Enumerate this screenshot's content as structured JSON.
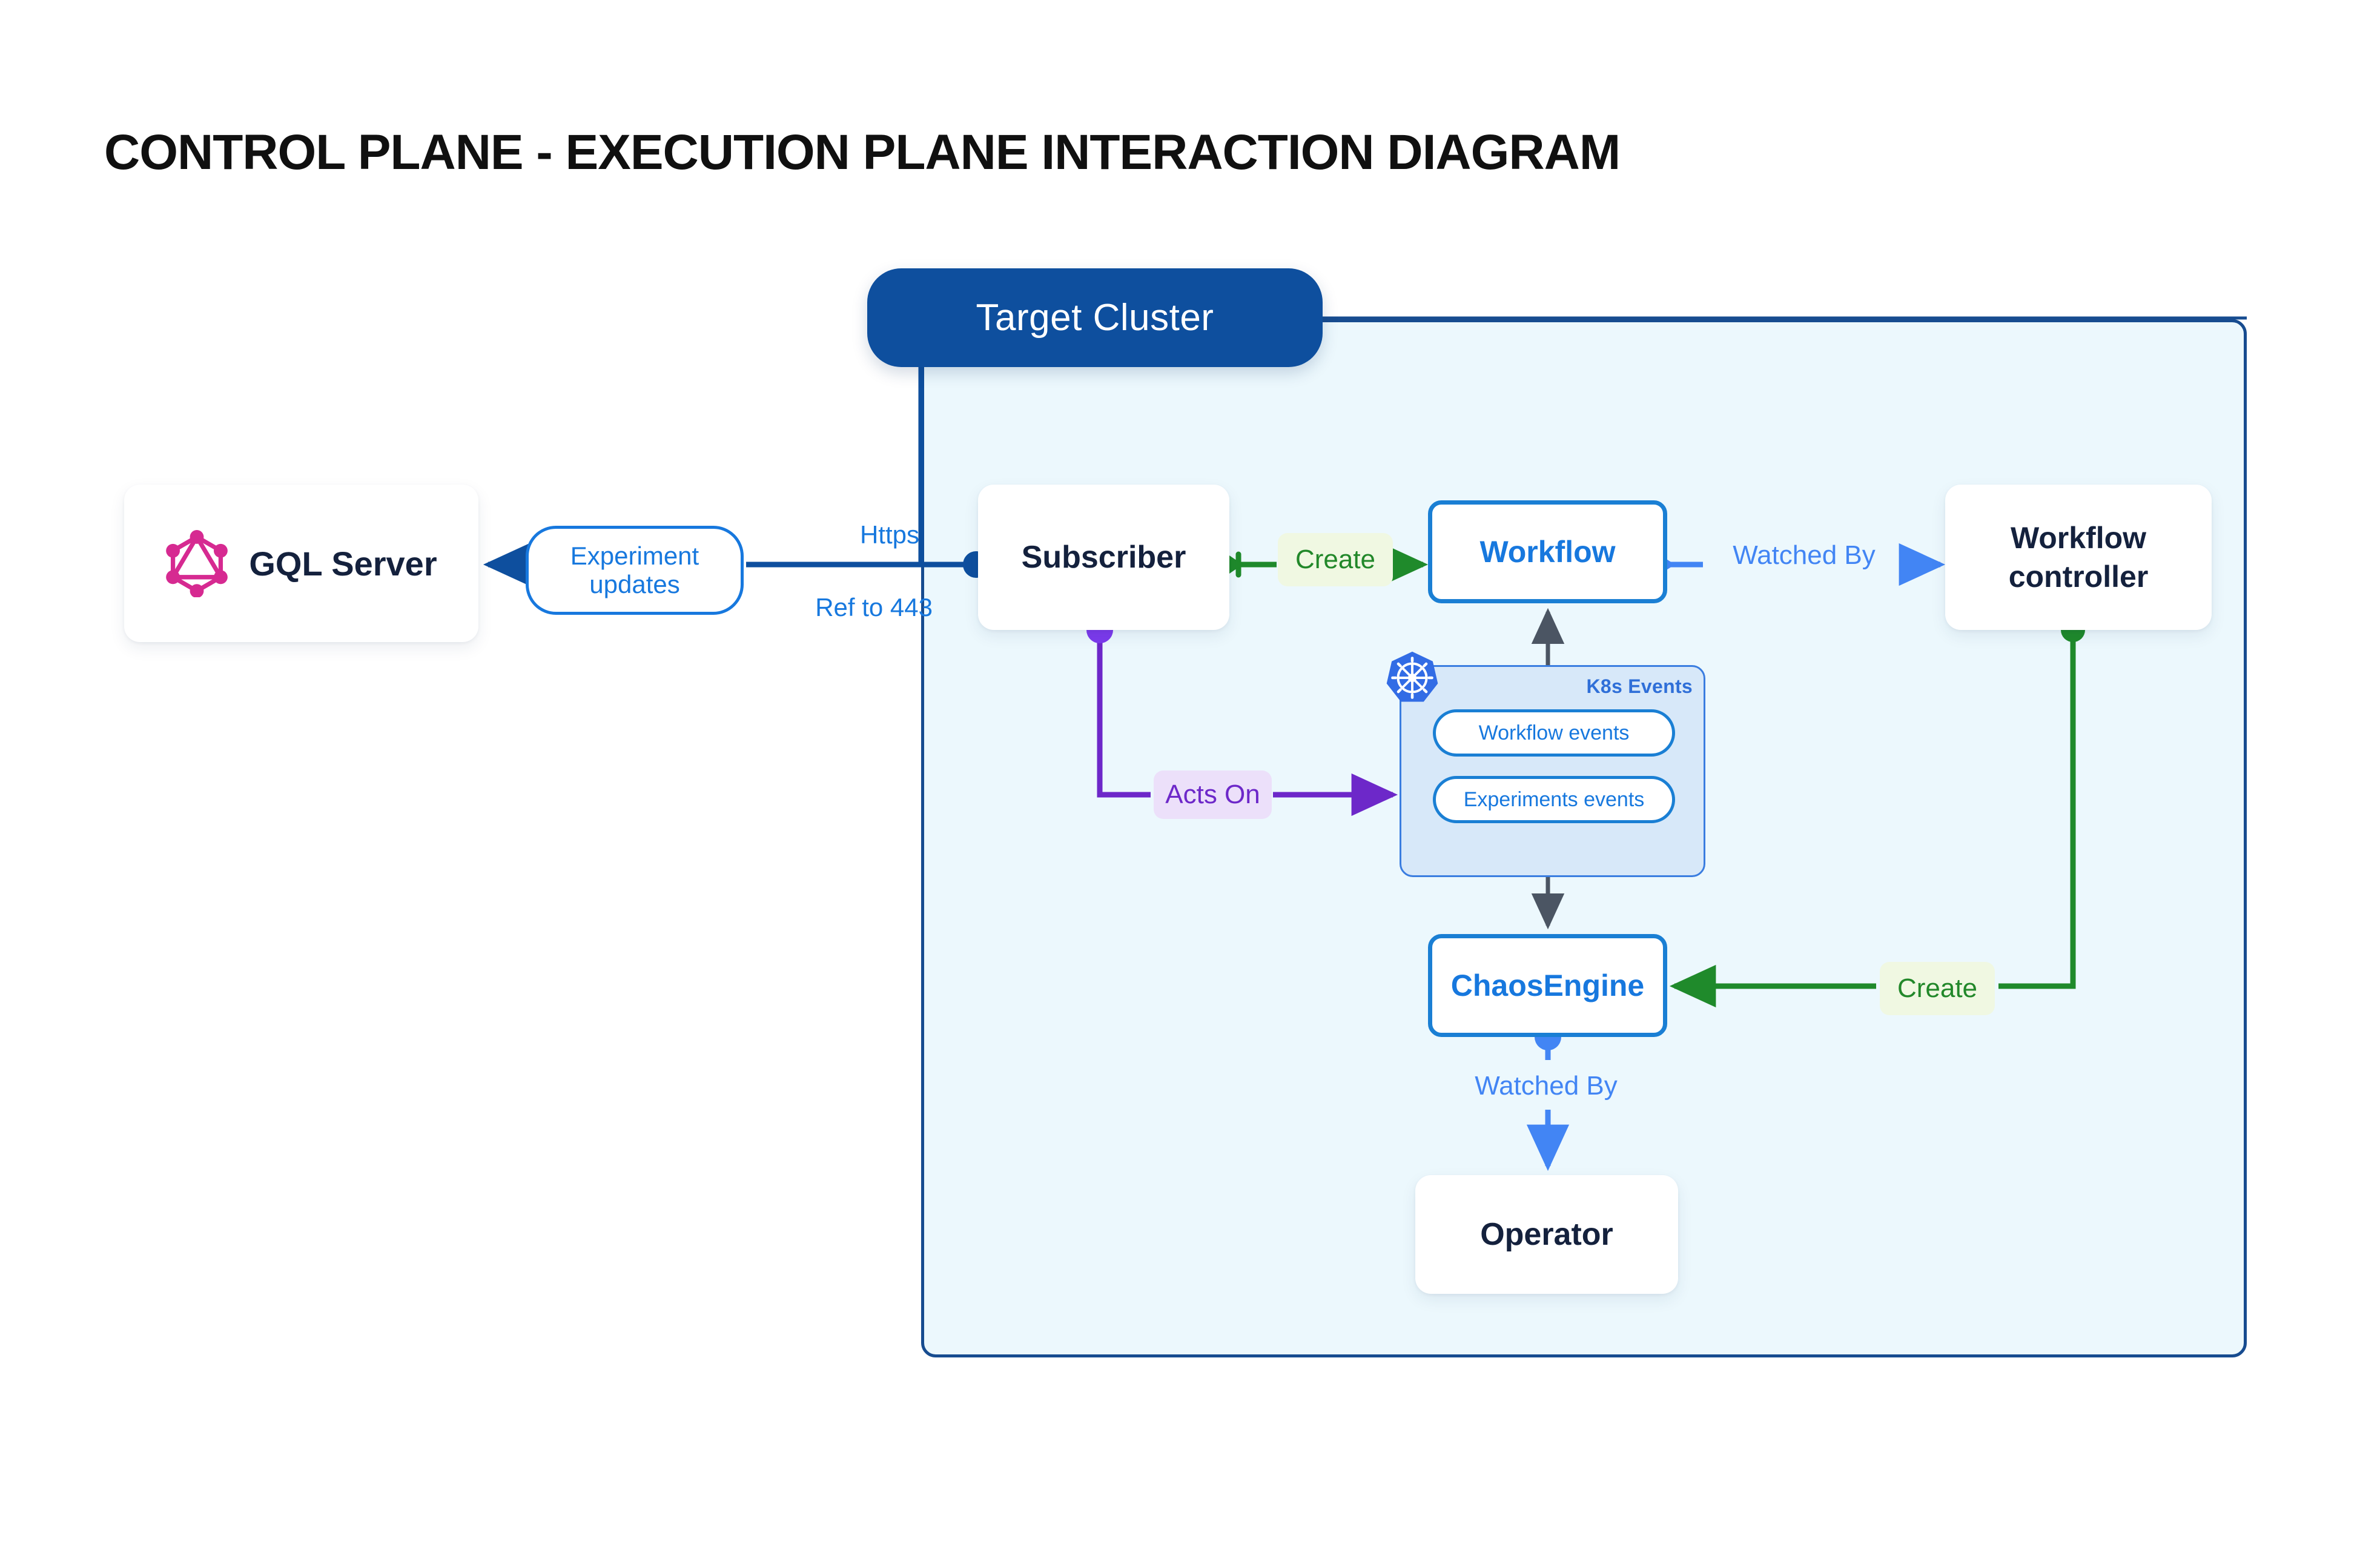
{
  "page": {
    "title": "CONTROL PLANE - EXECUTION PLANE INTERACTION DIAGRAM",
    "background": "#ffffff"
  },
  "colors": {
    "dark_blue": "#0e4f9e",
    "container_border": "#174c90",
    "container_fill": "#ecf8fd",
    "node_blue": "#1a7fd4",
    "text_blue": "#1778de",
    "light_blue": "#4285f4",
    "green": "#22882a",
    "purple": "#6d28c9",
    "gray_arrow": "#4b5563",
    "graphql_pink": "#d62a91",
    "k8s_blue": "#326ce5",
    "k8s_group_fill": "#d7e8f9",
    "navy_text": "#14213d"
  },
  "container": {
    "name": "Target Cluster",
    "header_label": "Target Cluster"
  },
  "nodes": [
    {
      "id": "gql-server",
      "label": "GQL Server",
      "icon": "graphql-icon",
      "style": "plain"
    },
    {
      "id": "subscriber",
      "label": "Subscriber",
      "icon": null,
      "style": "plain"
    },
    {
      "id": "workflow",
      "label": "Workflow",
      "icon": null,
      "style": "outlined"
    },
    {
      "id": "workflow-controller",
      "label": "Workflow\ncontroller",
      "icon": null,
      "style": "plain"
    },
    {
      "id": "chaosengine",
      "label": "ChaosEngine",
      "icon": null,
      "style": "outlined"
    },
    {
      "id": "operator",
      "label": "Operator",
      "icon": null,
      "style": "plain"
    }
  ],
  "node_labels": {
    "gql_server": "GQL Server",
    "subscriber": "Subscriber",
    "workflow": "Workflow",
    "workflow_controller_line1": "Workflow",
    "workflow_controller_line2": "controller",
    "chaosengine": "ChaosEngine",
    "operator": "Operator"
  },
  "k8s_events": {
    "group_title": "K8s Events",
    "badge_icon": "kubernetes-icon",
    "items": [
      {
        "id": "workflow-events",
        "label": "Workflow events"
      },
      {
        "id": "experiments-events",
        "label": "Experiments events"
      }
    ]
  },
  "edges": [
    {
      "id": "gql-to-subscriber",
      "from": "subscriber",
      "to": "gql-server",
      "label": "Experiment updates",
      "secondary_labels": [
        "Https",
        "Ref to 443"
      ],
      "color": "#0e4f9e",
      "style": "pill-outline"
    },
    {
      "id": "subscriber-to-workflow",
      "from": "subscriber",
      "to": "workflow",
      "label": "Create",
      "color": "#22882a",
      "style": "chip-green"
    },
    {
      "id": "workflow-to-controller",
      "from": "workflow",
      "to": "workflow-controller",
      "label": "Watched By",
      "color": "#4285f4",
      "style": "plain-text"
    },
    {
      "id": "subscriber-to-k8s",
      "from": "subscriber",
      "to": "k8s-events",
      "label": "Acts On",
      "color": "#6d28c9",
      "style": "chip-purple"
    },
    {
      "id": "controller-to-chaosengine",
      "from": "workflow-controller",
      "to": "chaosengine",
      "label": "Create",
      "color": "#22882a",
      "style": "chip-green"
    },
    {
      "id": "chaosengine-to-operator",
      "from": "chaosengine",
      "to": "operator",
      "label": "Watched By",
      "color": "#4285f4",
      "style": "plain-text"
    },
    {
      "id": "k8s-to-workflow",
      "from": "k8s-events",
      "to": "workflow",
      "label": "",
      "color": "#4b5563",
      "style": "arrow-up"
    },
    {
      "id": "k8s-to-chaosengine",
      "from": "k8s-events",
      "to": "chaosengine",
      "label": "",
      "color": "#4b5563",
      "style": "arrow-down"
    }
  ],
  "edge_labels": {
    "experiment_updates_line1": "Experiment",
    "experiment_updates_line2": "updates",
    "https": "Https",
    "ref_to_443": "Ref to 443",
    "create_workflow": "Create",
    "watched_by_workflow": "Watched By",
    "acts_on": "Acts On",
    "create_chaosengine": "Create",
    "watched_by_operator": "Watched By"
  }
}
